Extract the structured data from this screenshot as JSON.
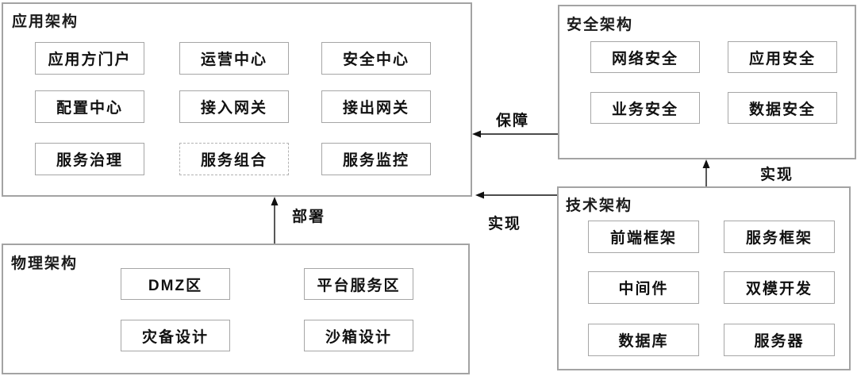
{
  "app": {
    "title": "应用架构",
    "boxes": [
      "应用方门户",
      "运营中心",
      "安全中心",
      "配置中心",
      "接入网关",
      "接出网关",
      "服务治理",
      "服务组合",
      "服务监控"
    ]
  },
  "security": {
    "title": "安全架构",
    "boxes": [
      "网络安全",
      "应用安全",
      "业务安全",
      "数据安全"
    ]
  },
  "tech": {
    "title": "技术架构",
    "boxes": [
      "前端框架",
      "服务框架",
      "中间件",
      "双模开发",
      "数据库",
      "服务器"
    ]
  },
  "physical": {
    "title": "物理架构",
    "boxes": [
      "DMZ区",
      "平台服务区",
      "灾备设计",
      "沙箱设计"
    ]
  },
  "arrows": {
    "guarantee_label": "保障",
    "realize_security_label": "实现",
    "realize_app_label": "实现",
    "deploy_label": "部署"
  },
  "colors": {
    "panel_border": "#a3a3a3",
    "box_border": "#a6a6a6",
    "dashed_box_border": "#b3b3b3",
    "arrow": "#111111",
    "text": "#1a1a1a"
  }
}
